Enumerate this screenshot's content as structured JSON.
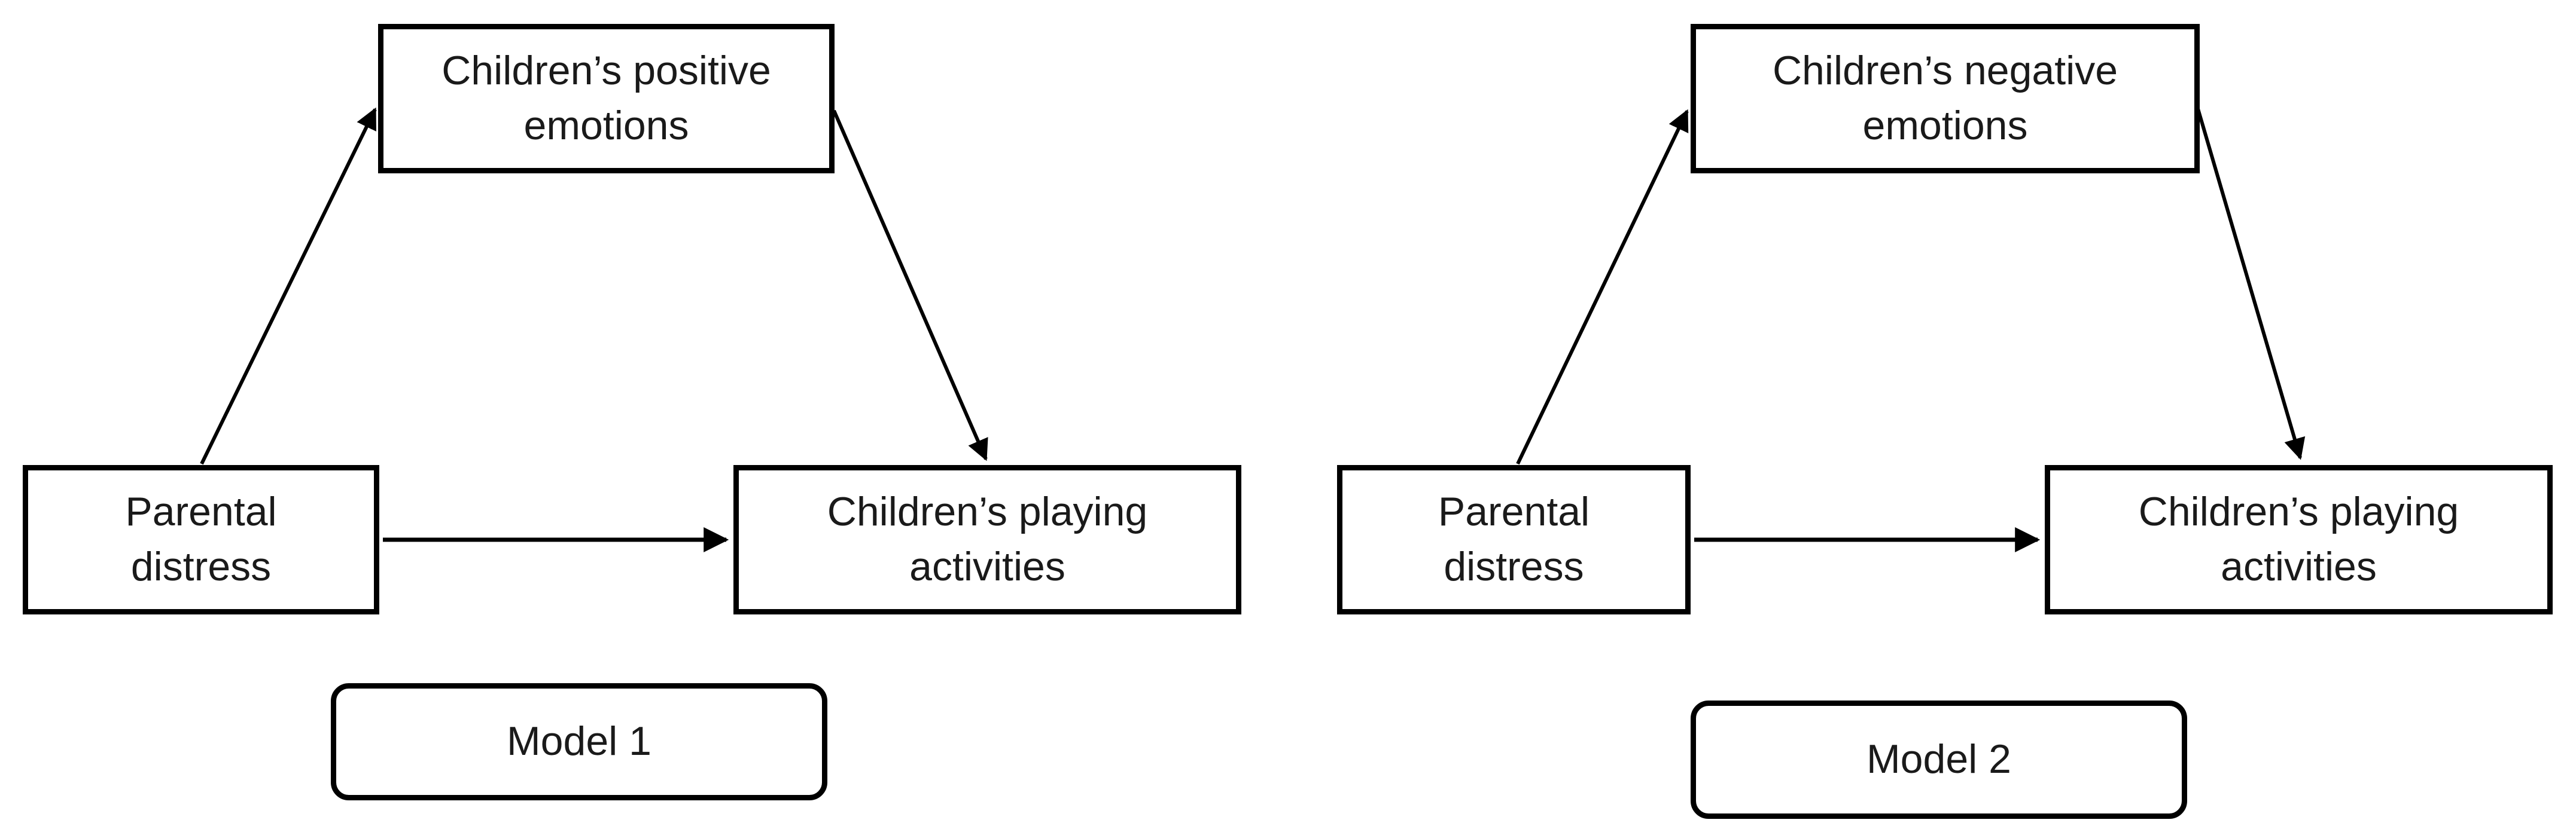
{
  "diagram": {
    "type": "mediation-path-models",
    "colors": {
      "stroke": "#000000",
      "background": "#ffffff",
      "text": "#1a1a1a"
    },
    "models": [
      {
        "caption": "Model 1",
        "mediator_label": "Children’s positive\nemotions",
        "predictor_label": "Parental\ndistress",
        "outcome_label": "Children’s playing\nactivities",
        "paths": [
          "predictor → mediator",
          "mediator → outcome",
          "predictor → outcome"
        ]
      },
      {
        "caption": "Model 2",
        "mediator_label": "Children’s negative\nemotions",
        "predictor_label": "Parental\ndistress",
        "outcome_label": "Children’s playing\nactivities",
        "paths": [
          "predictor → mediator",
          "mediator → outcome",
          "predictor → outcome"
        ]
      }
    ]
  }
}
